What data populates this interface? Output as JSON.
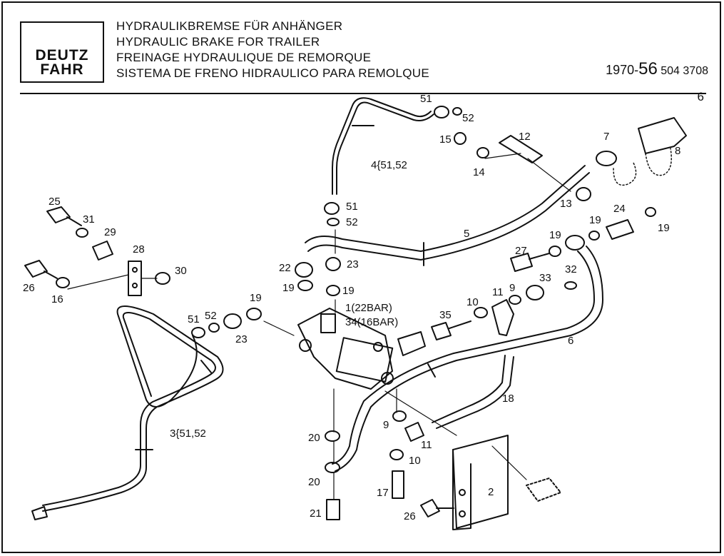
{
  "header": {
    "logo_line1": "DEUTZ",
    "logo_line2": "FAHR",
    "titles": [
      "HYDRAULIKBREMSE FÜR ANHÄNGER",
      "HYDRAULIC BRAKE FOR TRAILER",
      "FREINAGE HYDRAULIQUE DE REMORQUE",
      "SISTEMA DE FRENO HIDRAULICO PARA REMOLQUE"
    ],
    "part_prefix": "1970-",
    "part_big": "56",
    "part_rest": " 504 3708",
    "page_number": "6"
  },
  "callouts": {
    "c51a": "51",
    "c52a": "52",
    "c15": "15",
    "c12": "12",
    "c14": "14",
    "c7": "7",
    "c8": "8",
    "c13": "13",
    "c4": "4{51,52",
    "c51b": "51",
    "c52b": "52",
    "c25": "25",
    "c31": "31",
    "c29": "29",
    "c28": "28",
    "c30": "30",
    "c26a": "26",
    "c16": "16",
    "c22": "22",
    "c23a": "23",
    "c19a": "19",
    "c19b": "19",
    "c5": "5",
    "c27": "27",
    "c19c": "19",
    "c19d": "19",
    "c24": "24",
    "c19e": "19",
    "c32": "32",
    "c33": "33",
    "c9a": "9",
    "c11a": "11",
    "c10a": "10",
    "c35": "35",
    "c1": "1(22BAR)",
    "c34": "34(16BAR)",
    "c6": "6",
    "c19f": "19",
    "c51c": "51",
    "c52c": "52",
    "c23b": "23",
    "c18": "18",
    "c3": "3{51,52",
    "c9b": "9",
    "c11b": "11",
    "c10b": "10",
    "c20a": "20",
    "c20b": "20",
    "c17": "17",
    "c21": "21",
    "c2": "2",
    "c26b": "26"
  }
}
